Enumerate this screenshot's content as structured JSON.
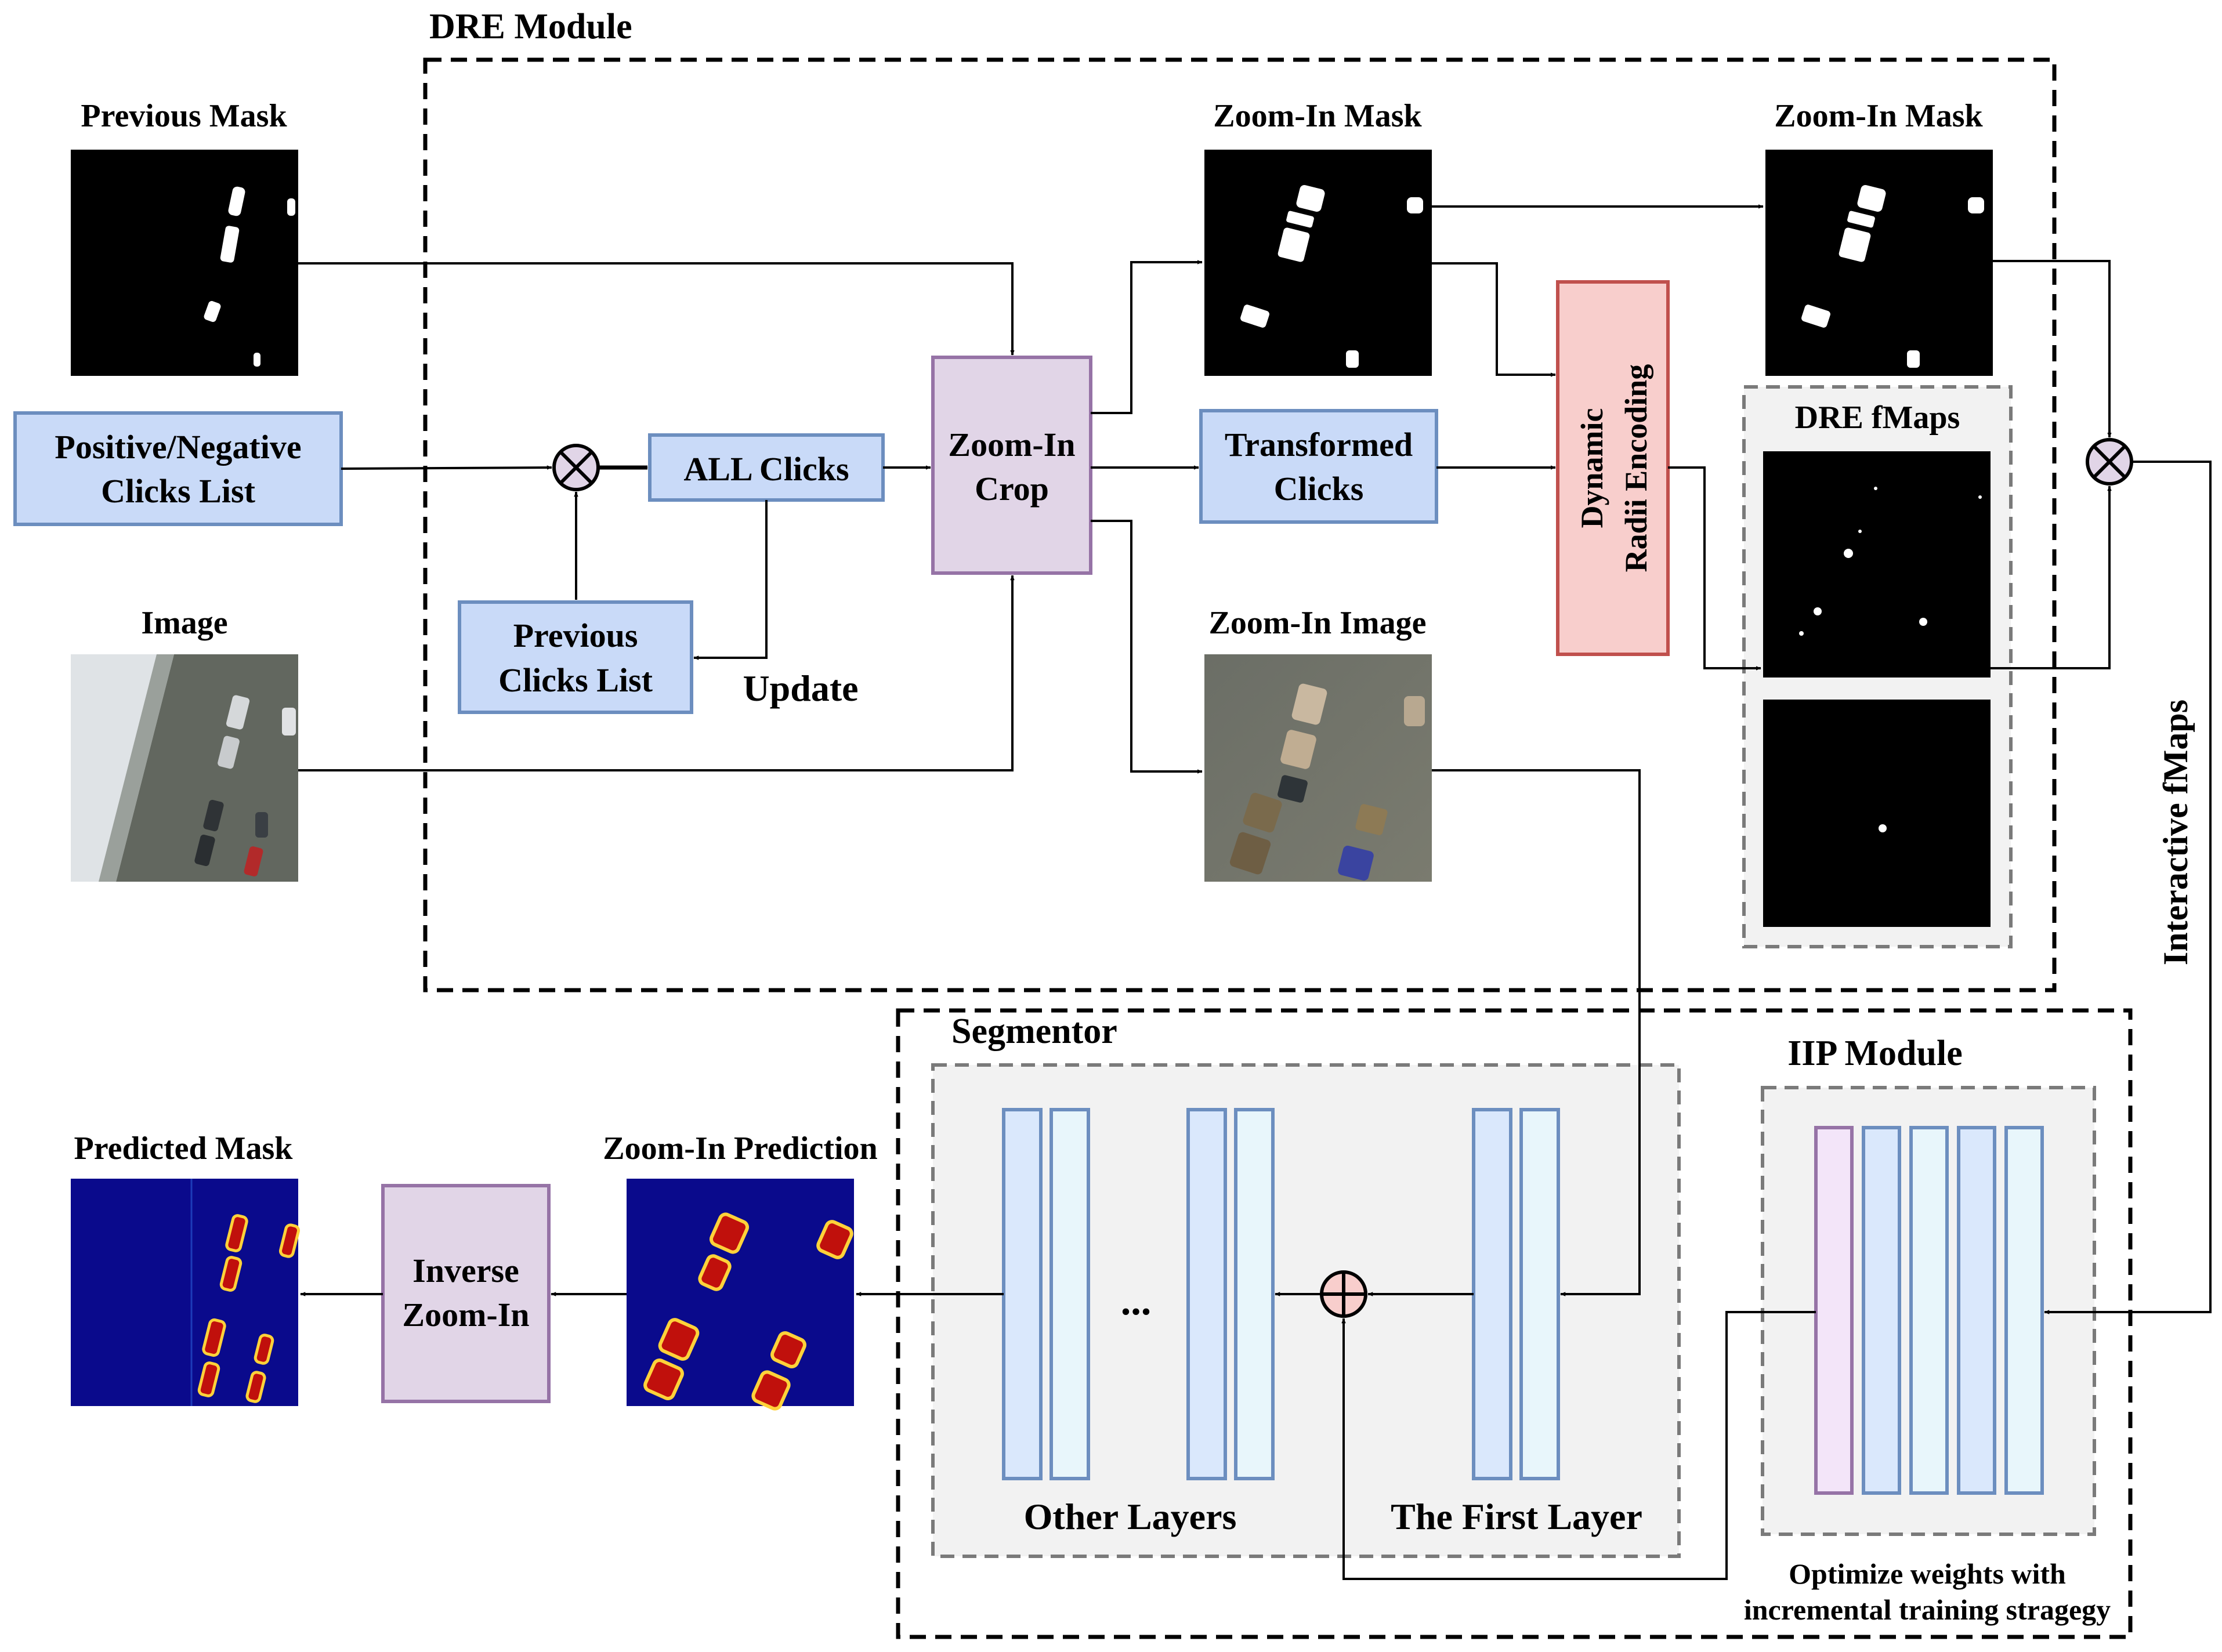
{
  "dre": {
    "title": "DRE Module",
    "previous_mask": "Previous Mask",
    "pos_neg_1": "Positive/Negative",
    "pos_neg_2": "Clicks List",
    "all_clicks": "ALL Clicks",
    "prev_clicks_1": "Previous",
    "prev_clicks_2": "Clicks List",
    "update": "Update",
    "image": "Image",
    "zoom_crop_1": "Zoom-In",
    "zoom_crop_2": "Crop",
    "zoom_mask_1": "Zoom-In Mask",
    "zoom_mask_2": "Zoom-In Mask",
    "transformed_1": "Transformed",
    "transformed_2": "Clicks",
    "zoom_image": "Zoom-In Image",
    "dynamic_1": "Dynamic",
    "dynamic_2": "Radii Encoding",
    "dre_fmaps": "DRE fMaps",
    "interactive_fmaps": "Interactive fMaps"
  },
  "segmentor": {
    "title": "Segmentor",
    "dots": "...",
    "other_layers": "Other Layers",
    "first_layer": "The First Layer"
  },
  "iip": {
    "title": "IIP Module",
    "note_1": "Optimize weights with",
    "note_2": "incremental training stragegy"
  },
  "output": {
    "predicted_mask": "Predicted Mask",
    "inverse_1": "Inverse",
    "inverse_2": "Zoom-In",
    "zoom_prediction": "Zoom-In Prediction"
  },
  "colors": {
    "blue_fill": "#c9daf8",
    "blue_stroke": "#6c8ebf",
    "purple_fill": "#e1d5e7",
    "purple_stroke": "#9673a6",
    "red_fill": "#f8cecc",
    "red_stroke": "#c0504d",
    "gray_panel": "#f2f2f2",
    "layer_fill": "#dae8fc",
    "layer_light": "#e8f6fb",
    "layer_pink": "#f3e5f9",
    "pred_bg": "#0a0a8c"
  }
}
